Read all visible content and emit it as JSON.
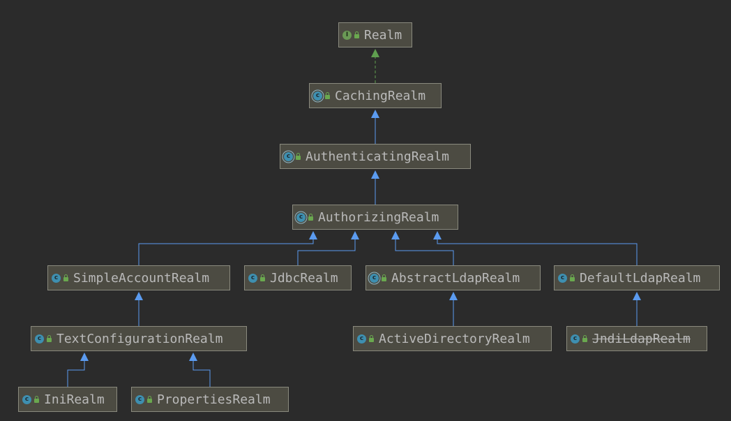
{
  "diagram": {
    "nodes": [
      {
        "id": "Realm",
        "label": "Realm",
        "kind": "interface",
        "kind_icon": "interface-icon",
        "deprecated": false
      },
      {
        "id": "CachingRealm",
        "label": "CachingRealm",
        "kind": "abstract",
        "kind_icon": "abstract-class-icon",
        "deprecated": false
      },
      {
        "id": "AuthenticatingRealm",
        "label": "AuthenticatingRealm",
        "kind": "abstract",
        "kind_icon": "abstract-class-icon",
        "deprecated": false
      },
      {
        "id": "AuthorizingRealm",
        "label": "AuthorizingRealm",
        "kind": "abstract",
        "kind_icon": "abstract-class-icon",
        "deprecated": false
      },
      {
        "id": "SimpleAccountRealm",
        "label": "SimpleAccountRealm",
        "kind": "class",
        "kind_icon": "class-icon",
        "deprecated": false
      },
      {
        "id": "JdbcRealm",
        "label": "JdbcRealm",
        "kind": "class",
        "kind_icon": "class-icon",
        "deprecated": false
      },
      {
        "id": "AbstractLdapRealm",
        "label": "AbstractLdapRealm",
        "kind": "abstract",
        "kind_icon": "abstract-class-icon",
        "deprecated": false
      },
      {
        "id": "DefaultLdapRealm",
        "label": "DefaultLdapRealm",
        "kind": "class",
        "kind_icon": "class-icon",
        "deprecated": false
      },
      {
        "id": "TextConfigurationRealm",
        "label": "TextConfigurationRealm",
        "kind": "class",
        "kind_icon": "class-icon",
        "deprecated": false
      },
      {
        "id": "ActiveDirectoryRealm",
        "label": "ActiveDirectoryRealm",
        "kind": "class",
        "kind_icon": "class-icon",
        "deprecated": false
      },
      {
        "id": "JndiLdapRealm",
        "label": "JndiLdapRealm",
        "kind": "class",
        "kind_icon": "class-icon",
        "deprecated": true
      },
      {
        "id": "IniRealm",
        "label": "IniRealm",
        "kind": "class",
        "kind_icon": "class-icon",
        "deprecated": false
      },
      {
        "id": "PropertiesRealm",
        "label": "PropertiesRealm",
        "kind": "class",
        "kind_icon": "class-icon",
        "deprecated": false
      }
    ],
    "edges": [
      {
        "from": "CachingRealm",
        "to": "Realm",
        "type": "implements"
      },
      {
        "from": "AuthenticatingRealm",
        "to": "CachingRealm",
        "type": "extends"
      },
      {
        "from": "AuthorizingRealm",
        "to": "AuthenticatingRealm",
        "type": "extends"
      },
      {
        "from": "SimpleAccountRealm",
        "to": "AuthorizingRealm",
        "type": "extends"
      },
      {
        "from": "JdbcRealm",
        "to": "AuthorizingRealm",
        "type": "extends"
      },
      {
        "from": "AbstractLdapRealm",
        "to": "AuthorizingRealm",
        "type": "extends"
      },
      {
        "from": "DefaultLdapRealm",
        "to": "AuthorizingRealm",
        "type": "extends"
      },
      {
        "from": "TextConfigurationRealm",
        "to": "SimpleAccountRealm",
        "type": "extends"
      },
      {
        "from": "ActiveDirectoryRealm",
        "to": "AbstractLdapRealm",
        "type": "extends"
      },
      {
        "from": "JndiLdapRealm",
        "to": "DefaultLdapRealm",
        "type": "extends"
      },
      {
        "from": "IniRealm",
        "to": "TextConfigurationRealm",
        "type": "extends"
      },
      {
        "from": "PropertiesRealm",
        "to": "TextConfigurationRealm",
        "type": "extends"
      }
    ],
    "colors": {
      "background": "#2b2b2b",
      "node_fill": "#4c4b42",
      "node_border": "#8a8a7e",
      "text": "#bababa",
      "extends_edge": "#5b9bf0",
      "implements_edge": "#5f9f4f"
    }
  }
}
